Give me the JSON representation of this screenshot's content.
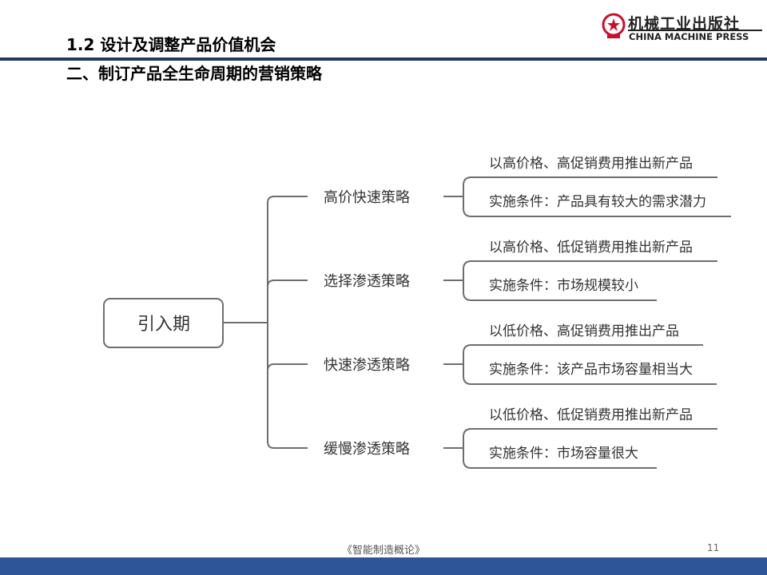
{
  "header": {
    "title_line1": "1.2 设计及调整产品价值机会",
    "title_line2": "二、制订产品全生命周期的营销策略",
    "logo_cn": "机械工业出版社",
    "logo_en": "CHINA MACHINE PRESS"
  },
  "diagram": {
    "root": "引入期",
    "branches": [
      {
        "label": "高价快速策略",
        "leaves": [
          "以高价格、高促销费用推出新产品",
          "实施条件：产品具有较大的需求潜力"
        ]
      },
      {
        "label": "选择渗透策略",
        "leaves": [
          "以高价格、低促销费用推出新产品",
          "实施条件：市场规模较小"
        ]
      },
      {
        "label": "快速渗透策略",
        "leaves": [
          "以低价格、高促销费用推出产品",
          "实施条件：该产品市场容量相当大"
        ]
      },
      {
        "label": "缓慢渗透策略",
        "leaves": [
          "以低价格、低促销费用推出新产品",
          "实施条件：市场容量很大"
        ]
      }
    ]
  },
  "footer": {
    "book": "《智能制造概论》",
    "page": "11"
  },
  "colors": {
    "navy": "#1f3864",
    "footer_blue": "#2e5597",
    "line": "#6e6e6e",
    "logo_red": "#c8102e"
  }
}
